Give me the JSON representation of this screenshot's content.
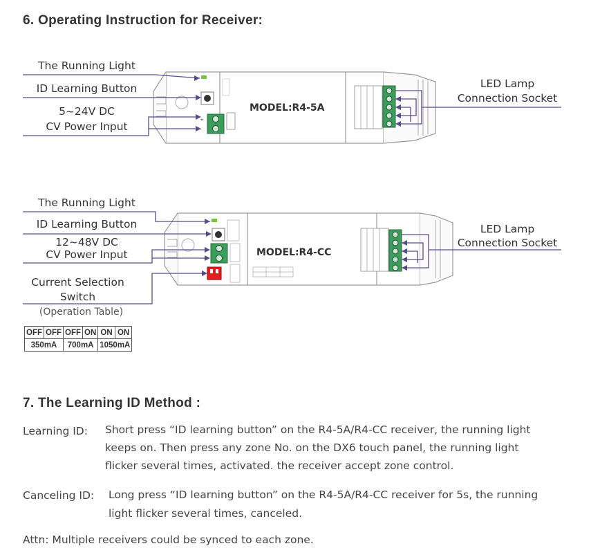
{
  "section6": {
    "title": "6. Operating Instruction for Receiver:"
  },
  "receiver1": {
    "labels": {
      "running_light": "The Running Light",
      "id_learning": "ID Learning Button",
      "power_line1": "5~24V DC",
      "power_line2": "CV Power Input",
      "led_line1": "LED Lamp",
      "led_line2": "Connection Socket"
    },
    "model": "MODEL:R4-5A"
  },
  "receiver2": {
    "labels": {
      "running_light": "The Running Light",
      "id_learning": "ID Learning Button",
      "power_line1": "12~48V DC",
      "power_line2": "CV Power Input",
      "current_line1": "Current Selection",
      "current_line2": "Switch",
      "operation_table": "(Operation Table)",
      "led_line1": "LED Lamp",
      "led_line2": "Connection Socket"
    },
    "model": "MODEL:R4-CC",
    "table": {
      "switches": [
        "OFF",
        "OFF",
        "OFF",
        "ON",
        "ON",
        "ON"
      ],
      "currents": [
        "350mA",
        "700mA",
        "1050mA"
      ]
    }
  },
  "section7": {
    "title": "7. The Learning ID Method :",
    "learning_label": "Learning ID:",
    "learning_lines": [
      "Short press “ID learning button” on the R4-5A/R4-CC receiver, the running light",
      "keeps on. Then press any zone No. on the DX6 touch panel, the running light",
      "flicker several times, activated. the receiver accept zone control."
    ],
    "canceling_label": "Canceling ID:",
    "canceling_lines": [
      "Long press “ID learning button” on the R4-5A/R4-CC receiver for 5s, the running",
      "light flicker several times, canceled."
    ],
    "attn": "Attn: Multiple receivers could be synced to each zone."
  }
}
